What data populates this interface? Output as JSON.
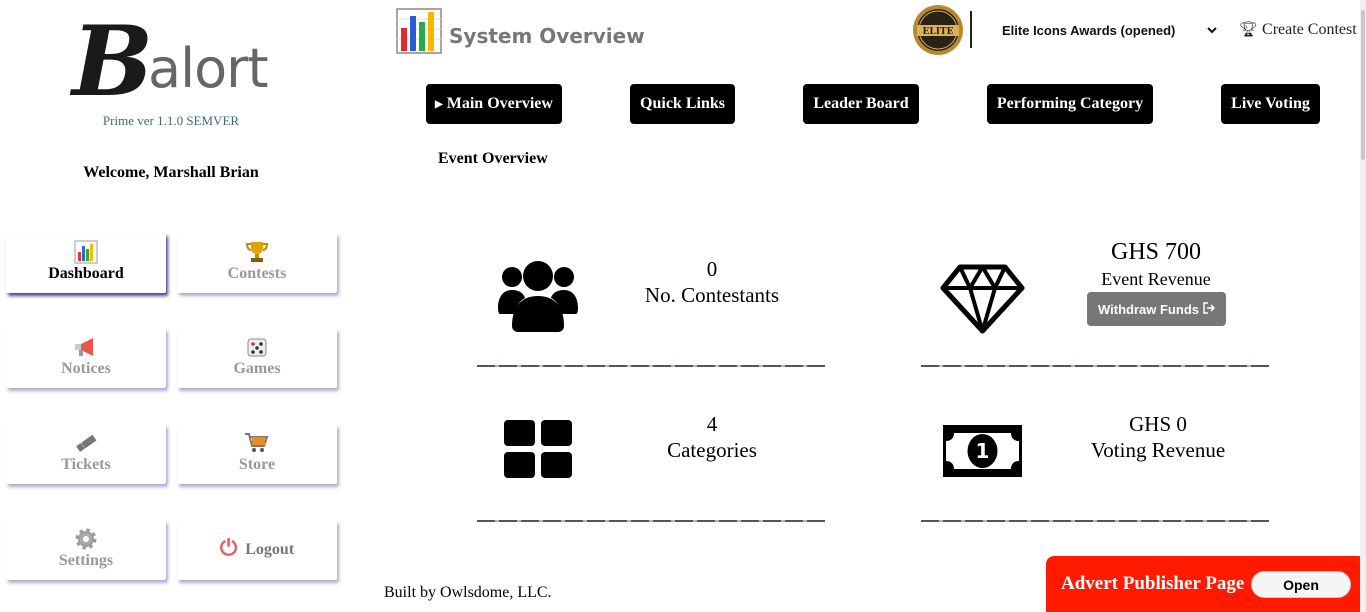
{
  "brand": {
    "logo_initial": "B",
    "logo_rest": "alort",
    "version": "Prime ver 1.1.0 SEMVER"
  },
  "welcome": "Welcome, Marshall Brian",
  "sidebar": {
    "items": [
      {
        "label": "Dashboard",
        "icon": "bar-chart-icon",
        "active": true
      },
      {
        "label": "Contests",
        "icon": "trophy-icon",
        "active": false
      },
      {
        "label": "Notices",
        "icon": "megaphone-icon",
        "active": false
      },
      {
        "label": "Games",
        "icon": "dice-icon",
        "active": false
      },
      {
        "label": "Tickets",
        "icon": "ticket-icon",
        "active": false
      },
      {
        "label": "Store",
        "icon": "cart-icon",
        "active": false
      },
      {
        "label": "Settings",
        "icon": "gear-icon",
        "active": false
      },
      {
        "label": "Logout",
        "icon": "power-icon",
        "active": false
      }
    ]
  },
  "header": {
    "title": "System Overview",
    "badge_text": "ELITE",
    "event_select": {
      "value": "Elite Icons Awards (opened)",
      "options": [
        "Elite Icons Awards (opened)"
      ]
    },
    "create_contest": "Create Contest"
  },
  "tabs": [
    {
      "label": "Main Overview",
      "has_caret": true
    },
    {
      "label": "Quick Links"
    },
    {
      "label": "Leader Board"
    },
    {
      "label": "Performing Category"
    },
    {
      "label": "Live Voting"
    }
  ],
  "section_title": "Event Overview",
  "stats": {
    "contestants": {
      "value": "0",
      "label": "No. Contestants",
      "icon": "users-icon"
    },
    "revenue": {
      "value": "GHS 700",
      "label": "Event Revenue",
      "icon": "diamond-icon",
      "action": "Withdraw Funds"
    },
    "categories": {
      "value": "4",
      "label": "Categories",
      "icon": "grid-icon"
    },
    "voting_revenue": {
      "value": "GHS 0",
      "label": "Voting Revenue",
      "icon": "money-bill-icon"
    }
  },
  "footer": "Built by Owlsdome, LLC.",
  "advert": {
    "label": "Advert Publisher Page",
    "button": "Open"
  },
  "colors": {
    "advert": "#ff1a00",
    "tab_bg": "#000000",
    "withdraw_bg": "#777777"
  }
}
